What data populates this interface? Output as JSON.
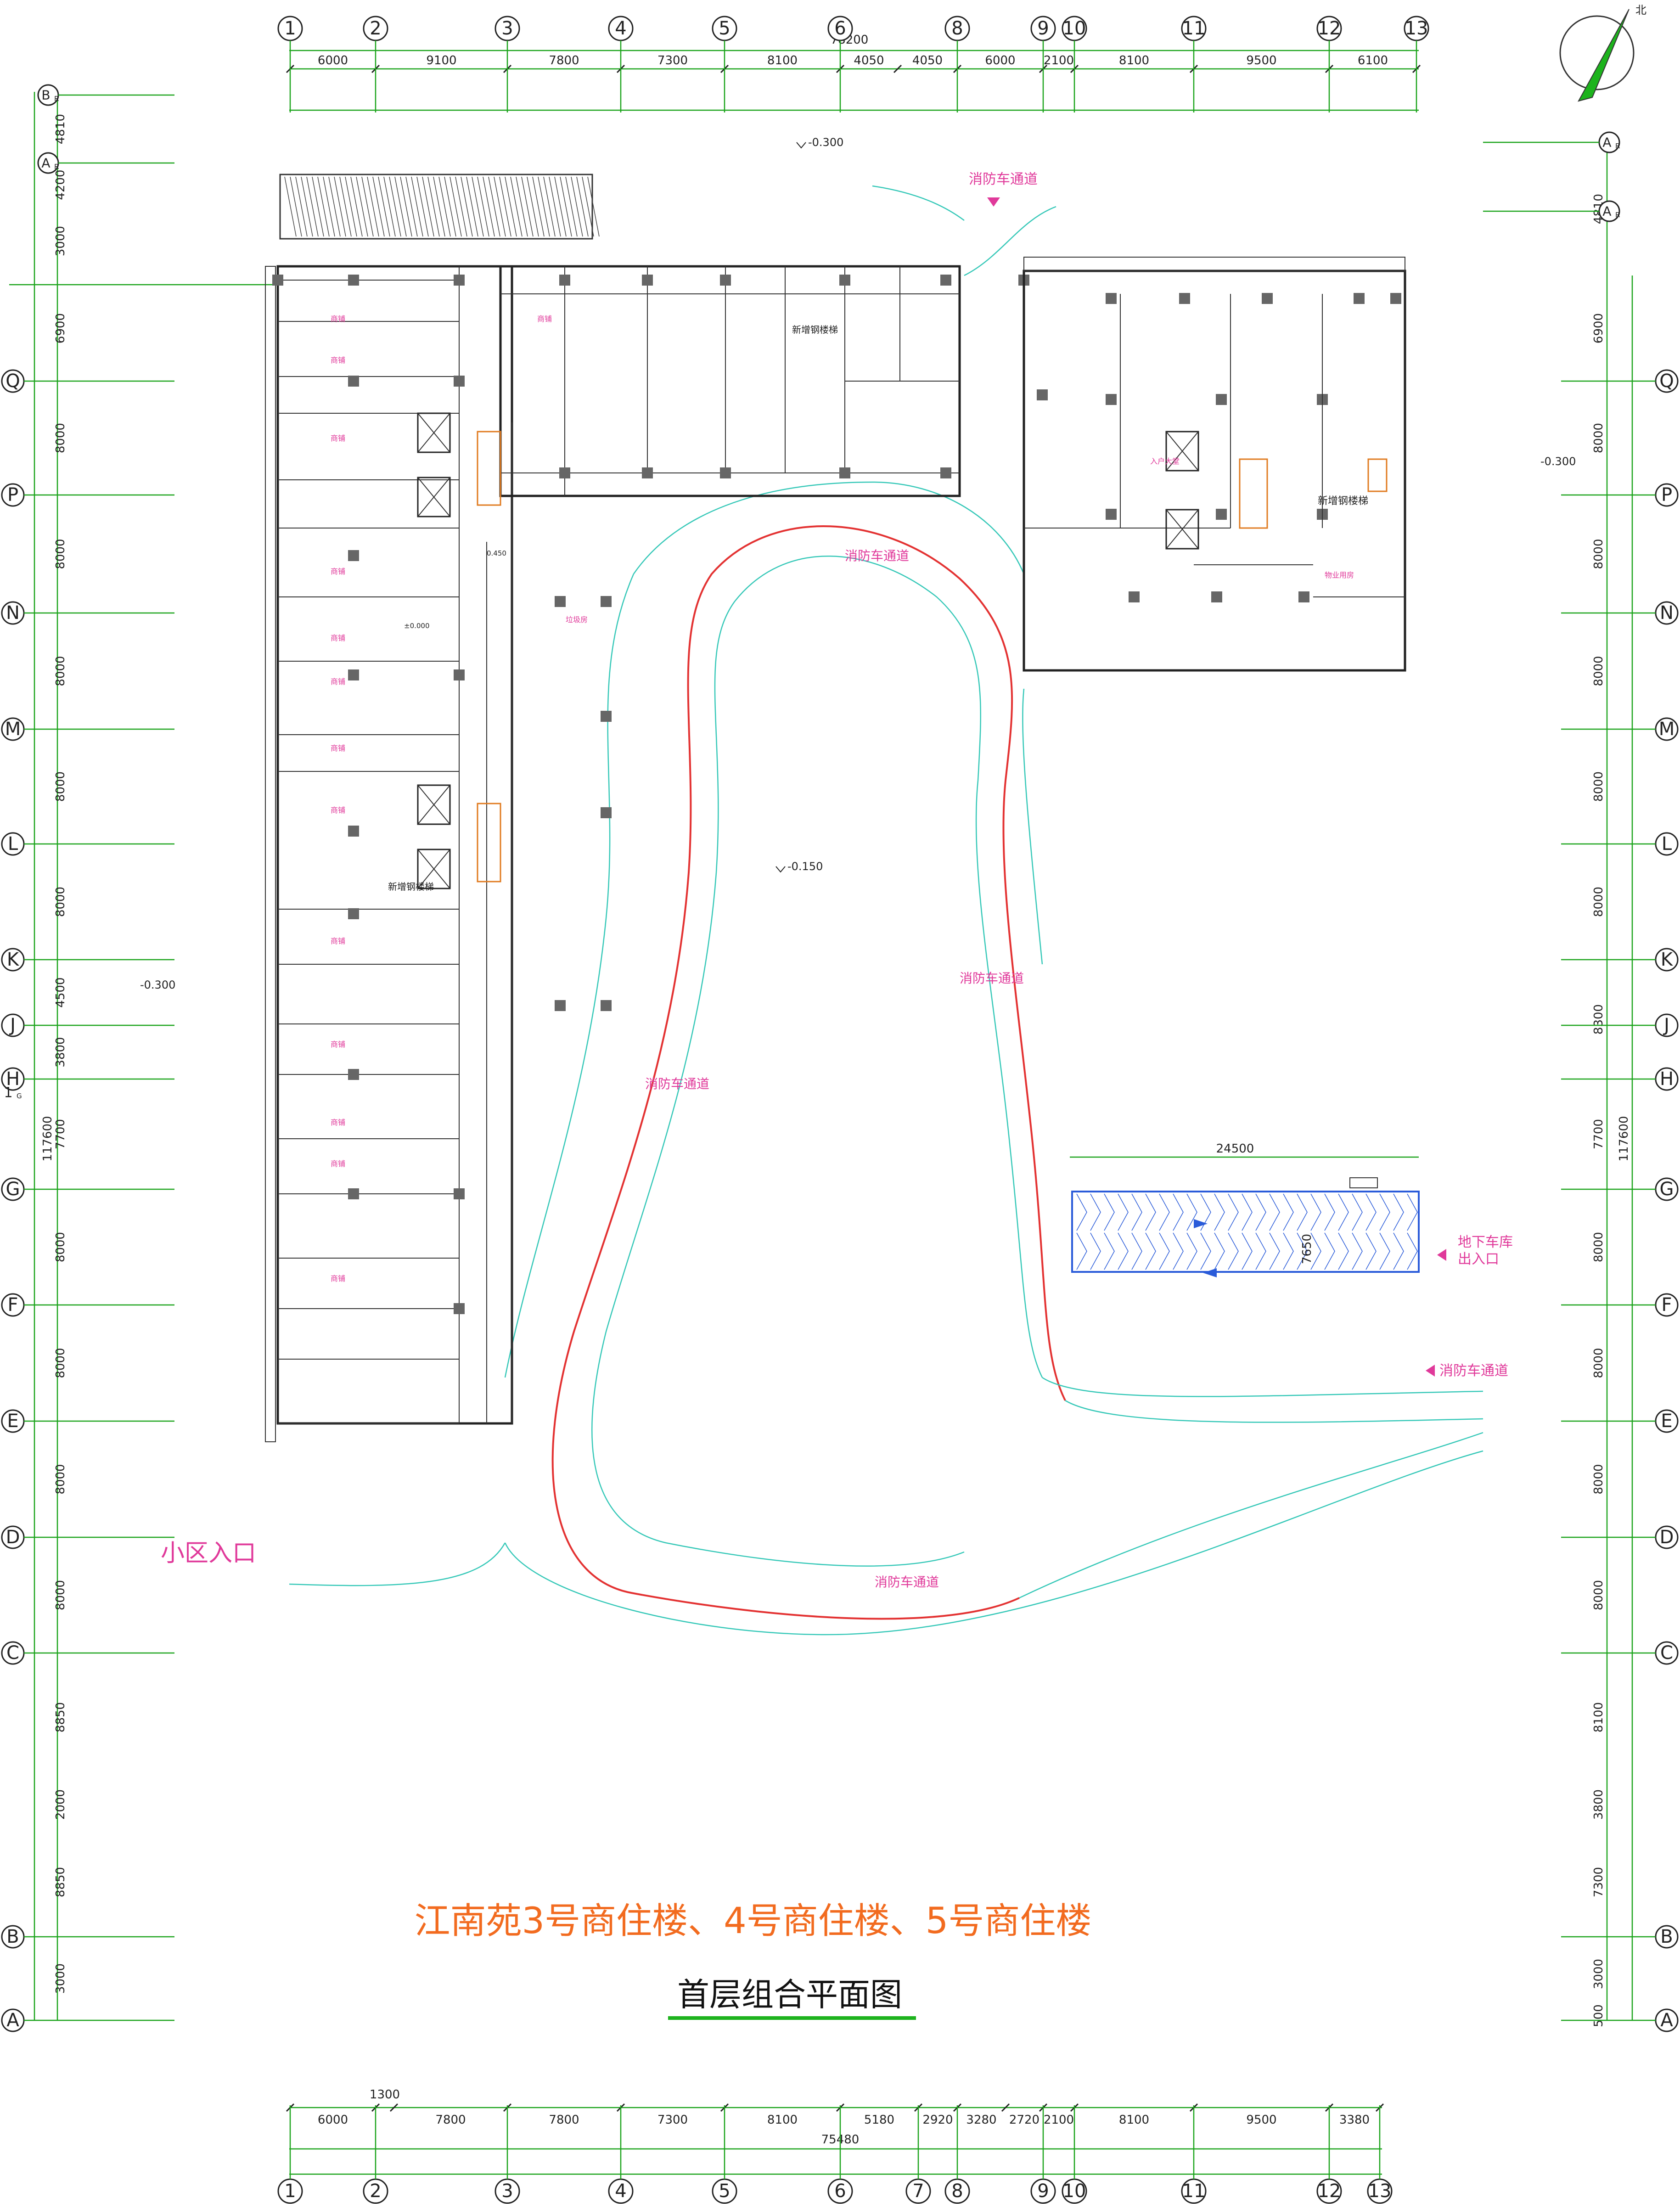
{
  "drawing": {
    "title_main": "江南苑3号商住楼、4号商住楼、5号商住楼",
    "title_sub": "首层组合平面图",
    "north_label": "北"
  },
  "grid": {
    "top_axes": [
      "1",
      "2",
      "3",
      "4",
      "5",
      "6",
      "8",
      "9",
      "10",
      "11",
      "12",
      "13"
    ],
    "bottom_axes": [
      "1",
      "2",
      "3",
      "4",
      "5",
      "6",
      "7",
      "8",
      "9",
      "10",
      "11",
      "12",
      "13"
    ],
    "row_axes_left": [
      "Q",
      "P",
      "N",
      "M",
      "L",
      "K",
      "J",
      "H",
      "G",
      "F",
      "E",
      "D",
      "C",
      "B",
      "A"
    ],
    "top_dims": [
      "6000",
      "9100",
      "7800",
      "7300",
      "8100",
      "4050",
      "4050",
      "6000",
      "2100",
      "8100",
      "9500",
      "6100"
    ],
    "top_total": "78200",
    "bottom_dims": [
      "6000",
      "1300",
      "7800",
      "7800",
      "7300",
      "8100",
      "5180",
      "2920",
      "3280",
      "2720",
      "2100",
      "8100",
      "9500",
      "3380"
    ],
    "bottom_total": "75480",
    "left_dims": [
      "4810",
      "4200",
      "3000",
      "6900",
      "8000",
      "8000",
      "8000",
      "8000",
      "8000",
      "4500",
      "3800",
      "7700",
      "8000",
      "8000",
      "8000",
      "8000",
      "8850",
      "2000",
      "8850",
      "3000"
    ],
    "left_total": "117600",
    "right_dims": [
      "4810",
      "6900",
      "8000",
      "8000",
      "8000",
      "8000",
      "8000",
      "8300",
      "7700",
      "8000",
      "8000",
      "8000",
      "8000",
      "8100",
      "3800",
      "7300",
      "3000",
      "500"
    ],
    "right_total": "117600",
    "marker_ar": "A",
    "marker_ar_sub": "R",
    "marker_br": "B",
    "marker_br_sub": "R",
    "marker_1g": "1",
    "marker_1g_sub": "G"
  },
  "labels": {
    "fire_lane": "消防车通道",
    "community_entrance": "小区入口",
    "garage_entrance_line1": "地下车库",
    "garage_entrance_line2": "出入口",
    "garage_width": "24500",
    "garage_depth": "7650",
    "new_stair": "新增钢楼梯",
    "shop": "商铺",
    "level_minus_0300": "-0.300",
    "level_minus_0150": "-0.150",
    "level_0000": "±0.000",
    "level_0450": "0.450",
    "entrance_hall": "入户大堂",
    "property_room": "物业用房",
    "garbage_room": "垃圾房",
    "rooms": [
      "商铺",
      "商铺",
      "商铺",
      "商铺",
      "商铺",
      "商铺",
      "商铺",
      "商铺",
      "商铺",
      "商铺",
      "商铺",
      "商铺",
      "商铺",
      "商铺"
    ]
  }
}
